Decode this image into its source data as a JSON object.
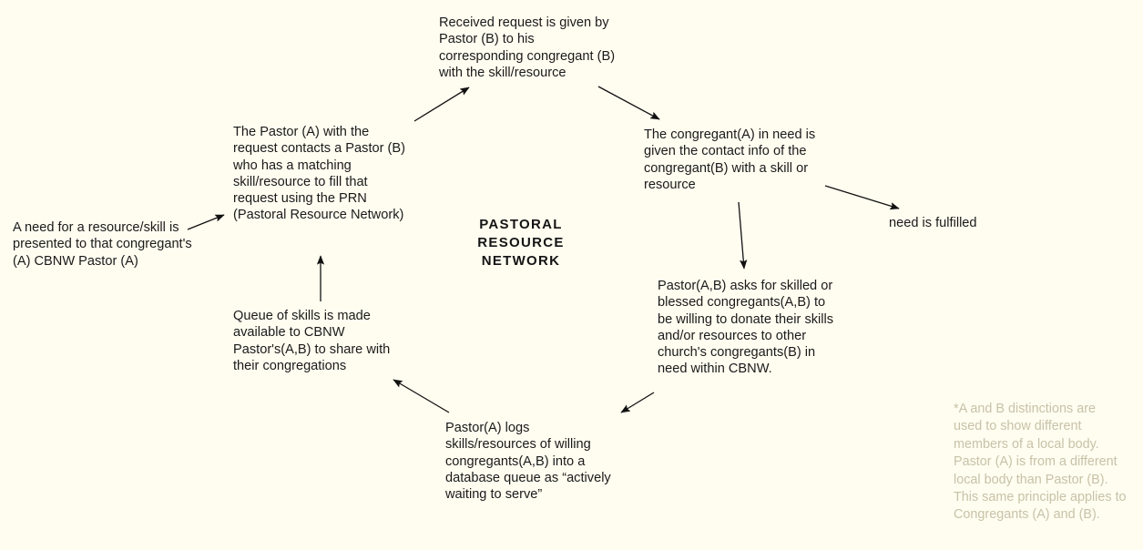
{
  "diagram": {
    "background_color": "#fffdf0",
    "text_color": "#1a1a1a",
    "footnote_color": "#c8c2a8",
    "center_title": "PASTORAL\nRESOURCE\nNETWORK",
    "nodes": {
      "need": "A need for a resource/skill is presented to that congregant's (A) CBNW Pastor (A)",
      "pastor_a": "The Pastor (A) with the request contacts a Pastor (B)  who has a matching skill/resource to fill that request using the PRN (Pastoral Resource Network)",
      "received": "Received request is given by Pastor (B) to his corresponding congregant (B) with the skill/resource",
      "congregant_a": "The congregant(A) in need is given the contact info of the congregant(B) with a skill or resource",
      "fulfilled": "need is fulfilled",
      "pastor_ab": "Pastor(A,B) asks for skilled or blessed congregants(A,B) to be willing to donate their skills and/or resources to other church's congregants(B) in need within CBNW.",
      "logs": "Pastor(A) logs skills/resources of willing congregants(A,B) into a database queue as “actively waiting to serve”",
      "queue": "Queue of skills is made available to CBNW Pastor's(A,B) to share with their congregations"
    },
    "footnote": "*A and B distinctions are used to show different members of a local body. Pastor (A) is from a different local body than Pastor (B). This same principle applies to Congregants (A) and (B)."
  }
}
